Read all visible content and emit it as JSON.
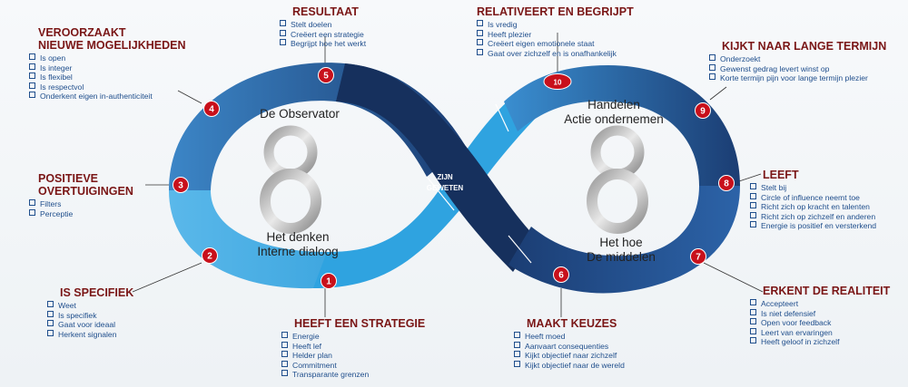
{
  "colors": {
    "title": "#7a1616",
    "item": "#1f4e8c",
    "node": "#c8101b",
    "band_dark": "#1b3d73",
    "band_mid": "#2f6fb3",
    "band_light": "#4aaee3"
  },
  "center": {
    "line1": "ZIJN",
    "line2": "GEWETEN"
  },
  "left_loop": {
    "top": "De Observator",
    "bottom1": "Het denken",
    "bottom2": "Interne dialoog",
    "figure": "8"
  },
  "right_loop": {
    "top1": "Handelen",
    "top2": "Actie ondernemen",
    "bottom1": "Het hoe",
    "bottom2": "De middelen",
    "figure": "8"
  },
  "nodes": [
    {
      "num": "1"
    },
    {
      "num": "2"
    },
    {
      "num": "3"
    },
    {
      "num": "4"
    },
    {
      "num": "5"
    },
    {
      "num": "6"
    },
    {
      "num": "7"
    },
    {
      "num": "8"
    },
    {
      "num": "9"
    },
    {
      "num": "10"
    }
  ],
  "blocks": {
    "s1": {
      "title": "HEEFT EEN STRATEGIE",
      "items": [
        "Energie",
        "Heeft lef",
        "Helder plan",
        "Commitment",
        "Transparante grenzen"
      ]
    },
    "s2": {
      "title": "IS SPECIFIEK",
      "items": [
        "Weet",
        "Is specifiek",
        "Gaat voor ideaal",
        "Herkent signalen"
      ]
    },
    "s3": {
      "title": "POSITIEVE",
      "title2": "OVERTUIGINGEN",
      "items": [
        "Filters",
        "Perceptie"
      ]
    },
    "s4": {
      "title": "VEROORZAAKT",
      "title2": "NIEUWE MOGELIJKHEDEN",
      "items": [
        "Is open",
        "Is integer",
        "Is flexibel",
        "Is respectvol",
        "Onderkent eigen in-authenticiteit"
      ]
    },
    "s5": {
      "title": "RESULTAAT",
      "items": [
        "Stelt doelen",
        "Creëert een strategie",
        "Begrijpt hoe het werkt"
      ]
    },
    "s6": {
      "title": "MAAKT KEUZES",
      "items": [
        "Heeft moed",
        "Aanvaart consequenties",
        "Kijkt objectief naar zichzelf",
        "Kijkt objectief naar de wereld"
      ]
    },
    "s7": {
      "title": "ERKENT DE REALITEIT",
      "items": [
        "Accepteert",
        "Is niet defensief",
        "Open voor feedback",
        "Leert van ervaringen",
        "Heeft geloof in zichzelf"
      ]
    },
    "s8": {
      "title": "LEEFT",
      "items": [
        "Stelt bij",
        "Circle of influence neemt toe",
        "Richt zich op kracht en talenten",
        "Richt zich op zichzelf en anderen",
        "Energie is positief en versterkend"
      ]
    },
    "s9": {
      "title": "KIJKT NAAR LANGE TERMIJN",
      "items": [
        "Onderzoekt",
        "Gewenst gedrag levert winst op",
        "Korte termijn pijn voor lange termijn plezier"
      ]
    },
    "s10": {
      "title": "RELATIVEERT EN BEGRIJPT",
      "items": [
        "Is vredig",
        "Heeft plezier",
        "Creëert eigen emotionele staat",
        "Gaat over zichzelf en is onafhankelijk"
      ]
    }
  }
}
